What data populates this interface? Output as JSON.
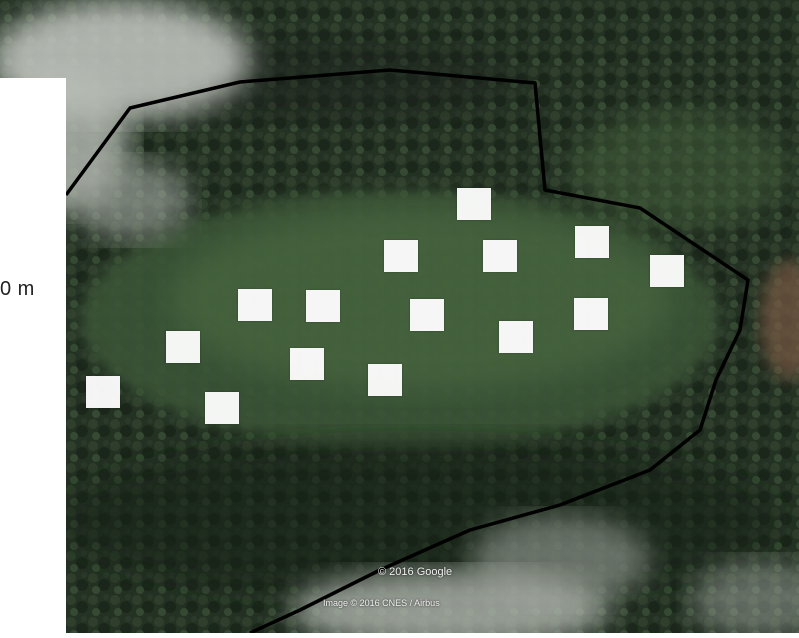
{
  "map": {
    "scale_label": "0 m",
    "attribution_copyright": "© 2016 Google",
    "attribution_imagery": "Image © 2016 CNES / Airbus",
    "colors": {
      "forest_dark": "#1f2a1e",
      "forest_mid": "#344632",
      "clearing": "#4d6a40",
      "cloud": "#c9cdc7",
      "boundary": "#000000",
      "marker": "#ffffff"
    }
  }
}
